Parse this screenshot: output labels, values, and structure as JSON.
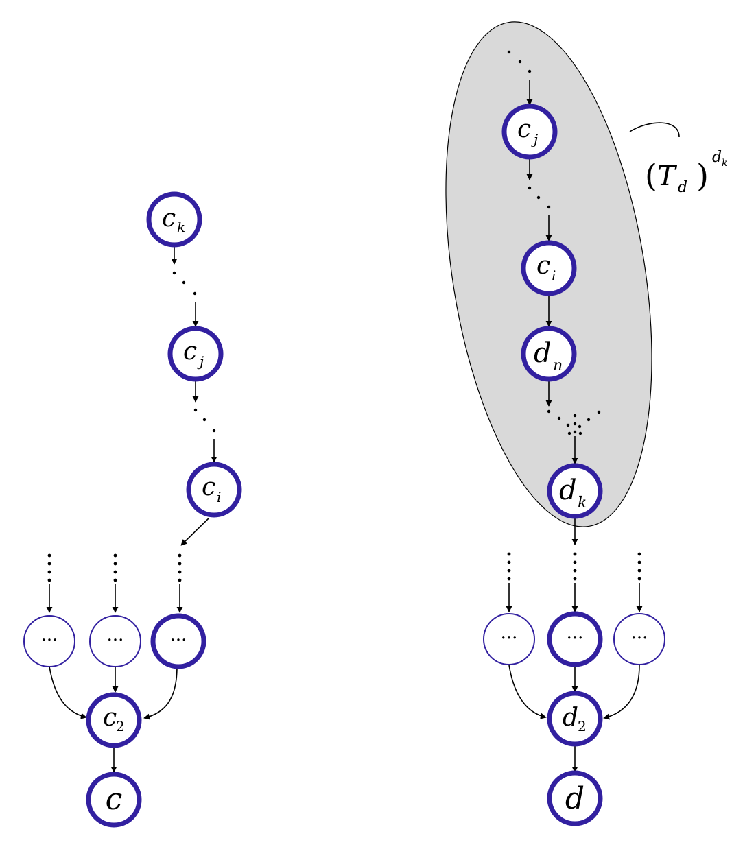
{
  "left_tree": {
    "nodes": {
      "ck": {
        "main": "c",
        "sub": "k"
      },
      "cj": {
        "main": "c",
        "sub": "j"
      },
      "ci": {
        "main": "c",
        "sub": "i"
      },
      "child1": {
        "main": "···"
      },
      "child2": {
        "main": "···"
      },
      "child3": {
        "main": "···"
      },
      "c2": {
        "main": "c",
        "sub": "2"
      },
      "c": {
        "main": "c"
      }
    }
  },
  "right_tree": {
    "nodes": {
      "cj": {
        "main": "c",
        "sub": "j"
      },
      "ci": {
        "main": "c",
        "sub": "i"
      },
      "dn": {
        "main": "d",
        "sub": "n"
      },
      "dk": {
        "main": "d",
        "sub": "k"
      },
      "child1": {
        "main": "···"
      },
      "child2": {
        "main": "···"
      },
      "child3": {
        "main": "···"
      },
      "d2": {
        "main": "d",
        "sub": "2"
      },
      "d": {
        "main": "d"
      }
    },
    "subtree_label": {
      "main": "T",
      "sub": "d",
      "sup_main": "d",
      "sup_sub": "k"
    }
  },
  "colors": {
    "node_stroke": "#3220a0",
    "region_fill": "#d9d9d9"
  }
}
